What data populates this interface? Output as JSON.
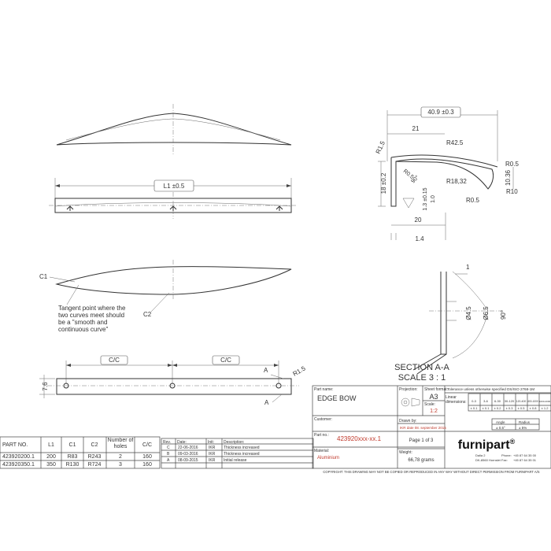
{
  "views": {
    "l1_dim": "L1 ±0.5",
    "cc_label": "C/C",
    "c1_label": "C1",
    "c2_label": "C2",
    "tangent_note": [
      "Tangent point where the",
      "two curves meet should",
      "be a \"smooth and",
      "continuous curve\""
    ],
    "height_dim": "7.6",
    "radius_dim": "R1.5",
    "arrow_a": "A"
  },
  "section": {
    "width_dim": "40.9 ±0.3",
    "dim_21": "21",
    "dim_20": "20",
    "dim_1_4": "1.4",
    "dim_r1_5": "R1.5",
    "dim_r42_5": "R42.5",
    "dim_r0_5_a": "R0.5",
    "dim_r0_5_b": "R0.5",
    "dim_r0_5_c": "R0.5",
    "dim_r18_32": "R18,32",
    "dim_r10": "R10",
    "dim_10_36": "10.36",
    "dim_18": "18 ±0.2",
    "dim_90": "90°",
    "dim_1_3": "1.3 ±0.15",
    "dim_1_0": "1.0",
    "detail_1": "1",
    "detail_d4_5": "Ø4.5",
    "detail_d6_5": "Ø6.5",
    "detail_90": "90°",
    "title_1": "SECTION A-A",
    "title_2": "SCALE 3 : 1"
  },
  "parts_table": {
    "headers": [
      "PART NO.",
      "L1",
      "C1",
      "C2",
      "Number of holes",
      "C/C"
    ],
    "rows": [
      [
        "423920200.1",
        "200",
        "R83",
        "R243",
        "2",
        "160"
      ],
      [
        "423920350.1",
        "350",
        "R130",
        "R724",
        "3",
        "160"
      ]
    ]
  },
  "revisions": {
    "headers": [
      "Rev.",
      "Date:",
      "Init:",
      "Description:"
    ],
    "rows": [
      [
        "C",
        "22-06-2016",
        "IKR",
        "Thickness increased"
      ],
      [
        "B",
        "09-03-2016",
        "IKR",
        "Thickness increased"
      ],
      [
        "A",
        "08-09-2015",
        "IKR",
        "Initial release"
      ]
    ]
  },
  "title_block": {
    "part_name_label": "Part name:",
    "part_name": "EDGE BOW",
    "projection_label": "Projection:",
    "sheet_format_label": "Sheet format:",
    "sheet_format": "A3",
    "scale_label": "Scale:",
    "scale": "1:2",
    "customer_label": "Customer:",
    "drawn_by_label": "Drawn by:",
    "drawn_by": "IKR date 08. september 2015",
    "part_no_label": "Part no.:",
    "part_no": "423920xxx-xx.1",
    "page": "Page 1 of 3",
    "material_label": "Material:",
    "material": "Aluminium",
    "weight_label": "Weight:",
    "weight": "66,78 grams",
    "tolerance_title": "Tolerance unless otherwise specified DS/ISO 2768-1M",
    "linear_label": "Linear dimensions:",
    "range_headers": [
      "0-3",
      "3-6",
      "6-30",
      "30-120",
      "120-400",
      "400-1000",
      "1000-2000"
    ],
    "tolerances": [
      "± 0.1",
      "± 0.1",
      "± 0.2",
      "± 0.3",
      "± 0.5",
      "± 0.8",
      "± 1.2"
    ],
    "angle_label": "Angle",
    "angle_value": "± 0.5°",
    "radius_label": "Radius",
    "radius_value": "± 5%",
    "brand": "furnipart",
    "brand_mark": "®",
    "addr_1": "Dalia 2",
    "addr_2": "DK-8560 Hornslet",
    "phone": "+45 87 64 35 00",
    "fax": "+45 87 64 35 01",
    "phone_label": "Phone:",
    "fax_label": "Fax:",
    "copyright": "COPYRIGHT: THIS DRAWING MAY NOT BE COPIED OR REPRODUCED IN ANY WAY WITHOUT DIRECT PERMISSION FROM FURNIPART A/S"
  }
}
